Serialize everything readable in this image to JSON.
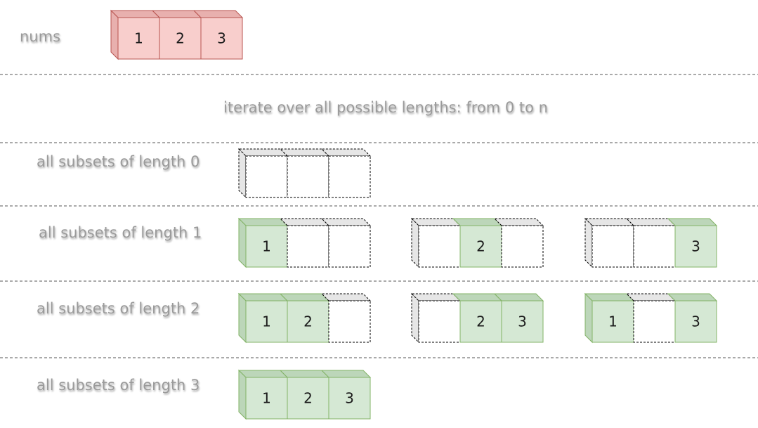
{
  "nums_label": "nums",
  "nums": [
    "1",
    "2",
    "3"
  ],
  "caption": "iterate over all possible lengths: from 0 to n",
  "rows": [
    {
      "label": "all subsets of length 0",
      "subsets": [
        [
          null,
          null,
          null
        ]
      ]
    },
    {
      "label": "all subsets of length 1",
      "subsets": [
        [
          "1",
          null,
          null
        ],
        [
          null,
          "2",
          null
        ],
        [
          null,
          null,
          "3"
        ]
      ]
    },
    {
      "label": "all subsets of length 2",
      "subsets": [
        [
          "1",
          "2",
          null
        ],
        [
          null,
          "2",
          "3"
        ],
        [
          "1",
          null,
          "3"
        ]
      ]
    },
    {
      "label": "all subsets of length 3",
      "subsets": [
        [
          "1",
          "2",
          "3"
        ]
      ]
    }
  ],
  "colors": {
    "nums_face": "#f8cecc",
    "nums_side": "#e8b0ae",
    "nums_stroke": "#b85450",
    "filled_face": "#d5e8d4",
    "filled_side": "#bcd6b9",
    "filled_stroke": "#82b366",
    "empty_face": "#ffffff",
    "empty_side": "#e6e6e6",
    "empty_stroke": "#000000"
  }
}
